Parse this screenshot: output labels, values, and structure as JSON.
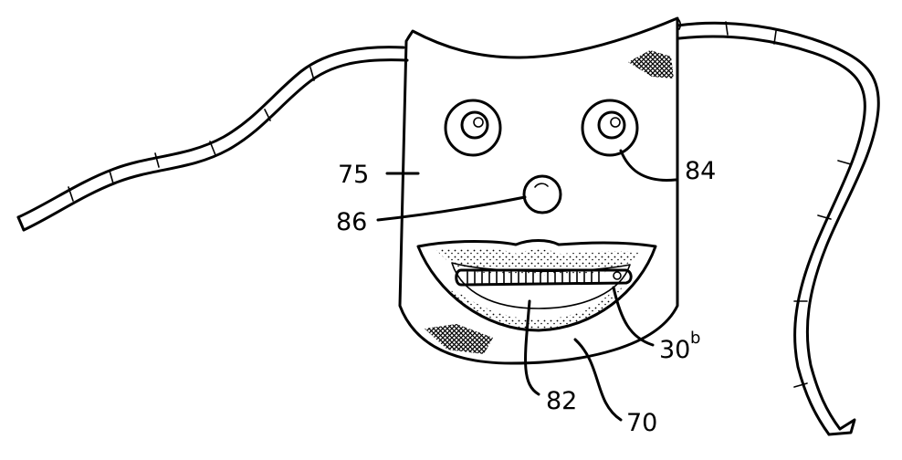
{
  "figure": {
    "reference_labels": {
      "face_panel": "75",
      "nose_reference": "86",
      "eye_reference": "84",
      "toothbrush_reference_number": "30",
      "toothbrush_reference_suffix": "b",
      "mouth_reference": "82",
      "lower_panel_reference": "70"
    }
  }
}
